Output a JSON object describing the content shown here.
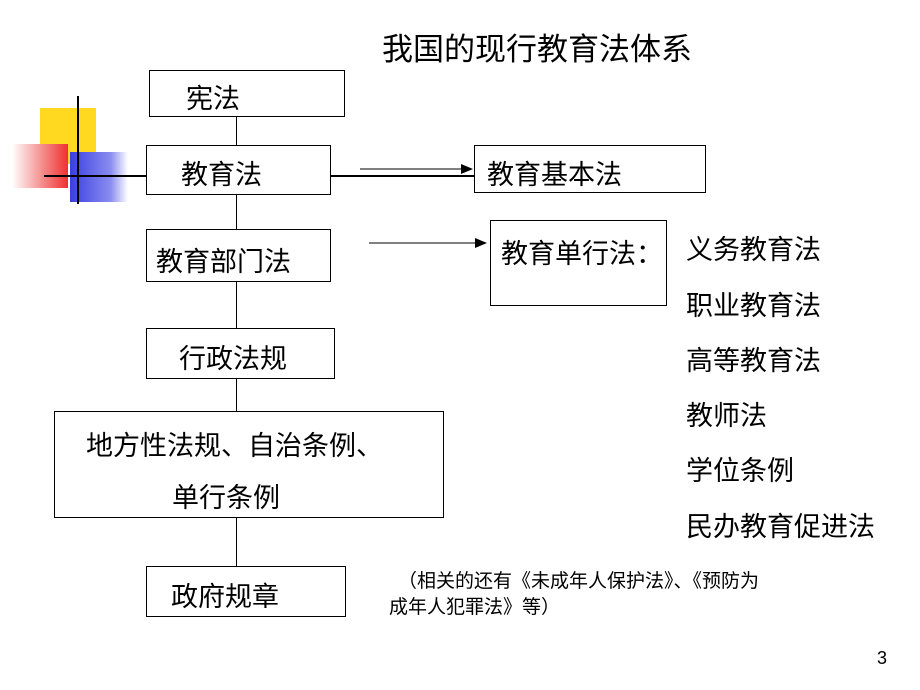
{
  "title": "我国的现行教育法体系",
  "hierarchy": [
    {
      "label": "宪法"
    },
    {
      "label": "教育法"
    },
    {
      "label": "教育部门法"
    },
    {
      "label": "行政法规"
    },
    {
      "label_line1": "地方性法规、自治条例、",
      "label_line2": "单行条例"
    },
    {
      "label": "政府规章"
    }
  ],
  "basic_law": "教育基本法",
  "single_law": "教育单行法：",
  "single_law_list": [
    "义务教育法",
    "职业教育法",
    "高等教育法",
    "教师法",
    "学位条例",
    "民办教育促进法"
  ],
  "note_line1": "（相关的还有《未成年人保护法》、《预防为",
  "note_line2": "成年人犯罪法》等）",
  "page_number": "3",
  "colors": {
    "deco_yellow": "#ffd820",
    "deco_red": "#f03030",
    "deco_blue": "#3a3fe0"
  }
}
